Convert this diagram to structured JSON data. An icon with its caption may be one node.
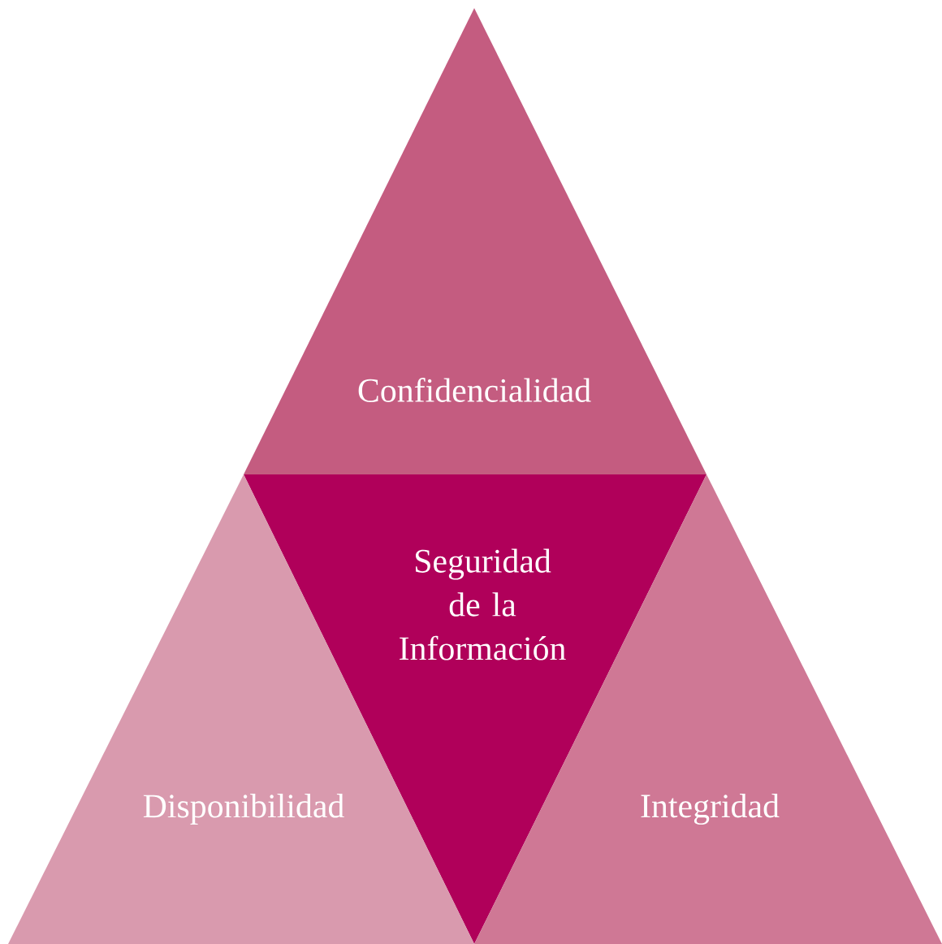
{
  "diagram": {
    "nodes": [
      {
        "text": [
          "Confidencialidad"
        ]
      },
      {
        "text": [
          "Seguridad de la Información"
        ]
      },
      {
        "text": [
          "Disponibilidad"
        ]
      },
      {
        "text": [
          "Integridad"
        ]
      }
    ]
  }
}
